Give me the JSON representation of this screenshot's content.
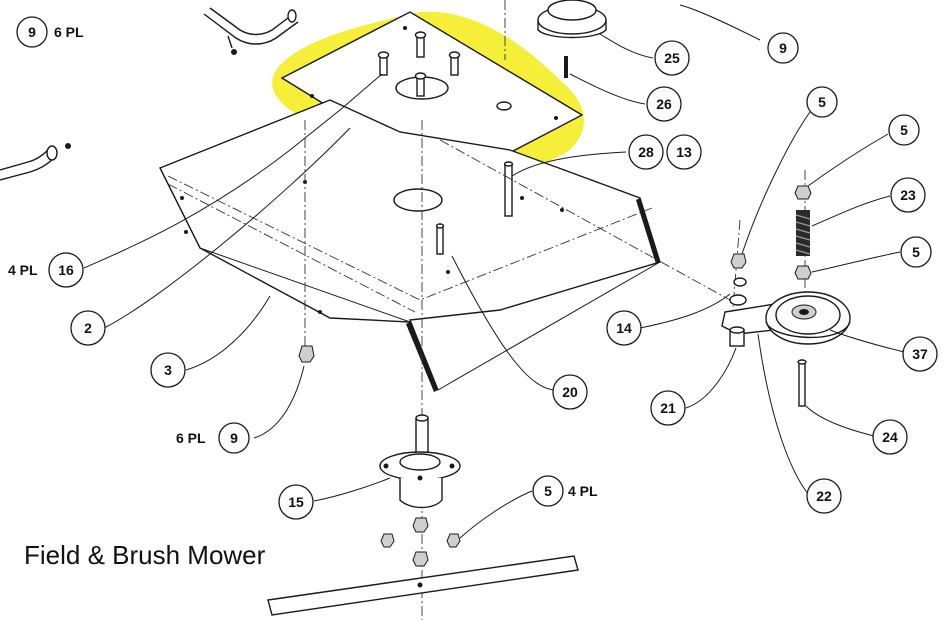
{
  "caption": "Field & Brush Mower",
  "highlight_color": "#f5ef3a",
  "callouts": [
    {
      "id": "c9a",
      "label": "9"
    },
    {
      "id": "c9b",
      "label": "9"
    },
    {
      "id": "c9c",
      "label": "9"
    },
    {
      "id": "c25",
      "label": "25"
    },
    {
      "id": "c26",
      "label": "26"
    },
    {
      "id": "c28",
      "label": "28"
    },
    {
      "id": "c13",
      "label": "13"
    },
    {
      "id": "c5a",
      "label": "5"
    },
    {
      "id": "c5b",
      "label": "5"
    },
    {
      "id": "c5c",
      "label": "5"
    },
    {
      "id": "c5d",
      "label": "5"
    },
    {
      "id": "c23",
      "label": "23"
    },
    {
      "id": "c16",
      "label": "16"
    },
    {
      "id": "c2",
      "label": "2"
    },
    {
      "id": "c3",
      "label": "3"
    },
    {
      "id": "c14",
      "label": "14"
    },
    {
      "id": "c37",
      "label": "37"
    },
    {
      "id": "c20",
      "label": "20"
    },
    {
      "id": "c21",
      "label": "21"
    },
    {
      "id": "c24",
      "label": "24"
    },
    {
      "id": "c15",
      "label": "15"
    },
    {
      "id": "c22",
      "label": "22"
    }
  ],
  "notes": {
    "pl6_top": "6 PL",
    "pl4_left": "4 PL",
    "pl6_bottom": "6 PL",
    "pl4_bottom": "4 PL"
  }
}
